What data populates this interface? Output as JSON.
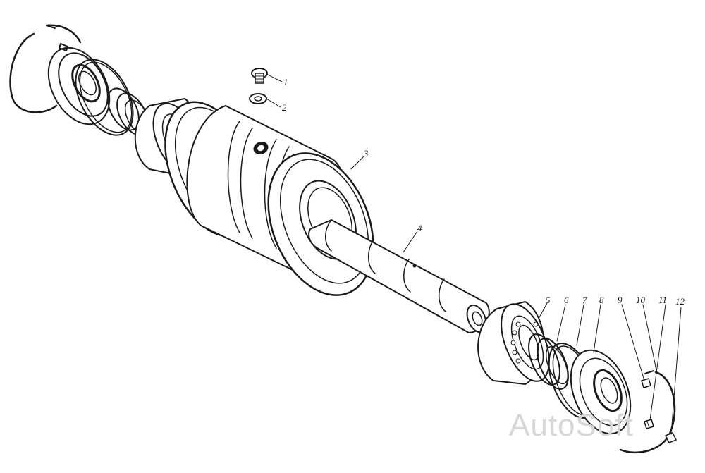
{
  "figure": {
    "callouts": [
      {
        "id": "1",
        "label": "1"
      },
      {
        "id": "2",
        "label": "2"
      },
      {
        "id": "3",
        "label": "3"
      },
      {
        "id": "4",
        "label": "4"
      },
      {
        "id": "5",
        "label": "5"
      },
      {
        "id": "6",
        "label": "6"
      },
      {
        "id": "7",
        "label": "7"
      },
      {
        "id": "8",
        "label": "8"
      },
      {
        "id": "9",
        "label": "9"
      },
      {
        "id": "10",
        "label": "10"
      },
      {
        "id": "11",
        "label": "11"
      },
      {
        "id": "12",
        "label": "12"
      }
    ],
    "watermark": "AutoSoft"
  },
  "colors": {
    "ink": "#1a1a1a",
    "background": "#ffffff",
    "watermark": "#d7d7d7"
  }
}
